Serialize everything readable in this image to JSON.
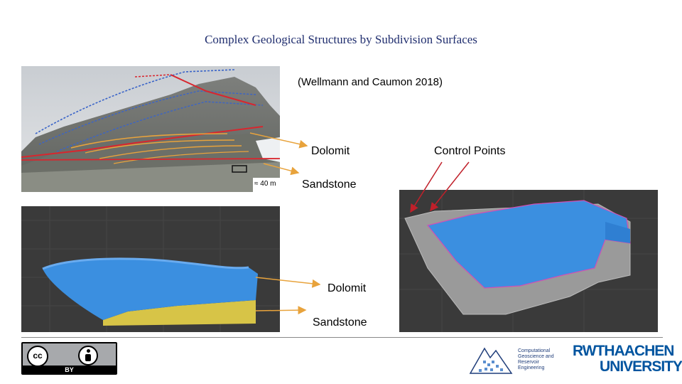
{
  "title": "Complex Geological Structures by Subdivision Surfaces",
  "citation": "(Wellmann and Caumon 2018)",
  "photo": {
    "scale_label": "≈ 40 m"
  },
  "labels": {
    "dolomit_top": "Dolomit",
    "sandstone_top": "Sandstone",
    "dolomit_bottom": "Dolomit",
    "sandstone_bottom": "Sandstone",
    "control_points": "Control Points"
  },
  "footer": {
    "cc_by": "BY",
    "cge_text": "Computational Geoscience and Reservoir Engineering",
    "rwth_line1": "RWTHAACHEN",
    "rwth_line2": "UNIVERSITY"
  },
  "colors": {
    "title": "#1f2d6e",
    "arrow": "#e8a33c",
    "control_arrow": "#c0202a",
    "blue_layer": "#3b8fe0",
    "yellow_layer": "#d7c447",
    "viewport_bg": "#3a3a3a",
    "rwth_blue": "#00549f"
  }
}
